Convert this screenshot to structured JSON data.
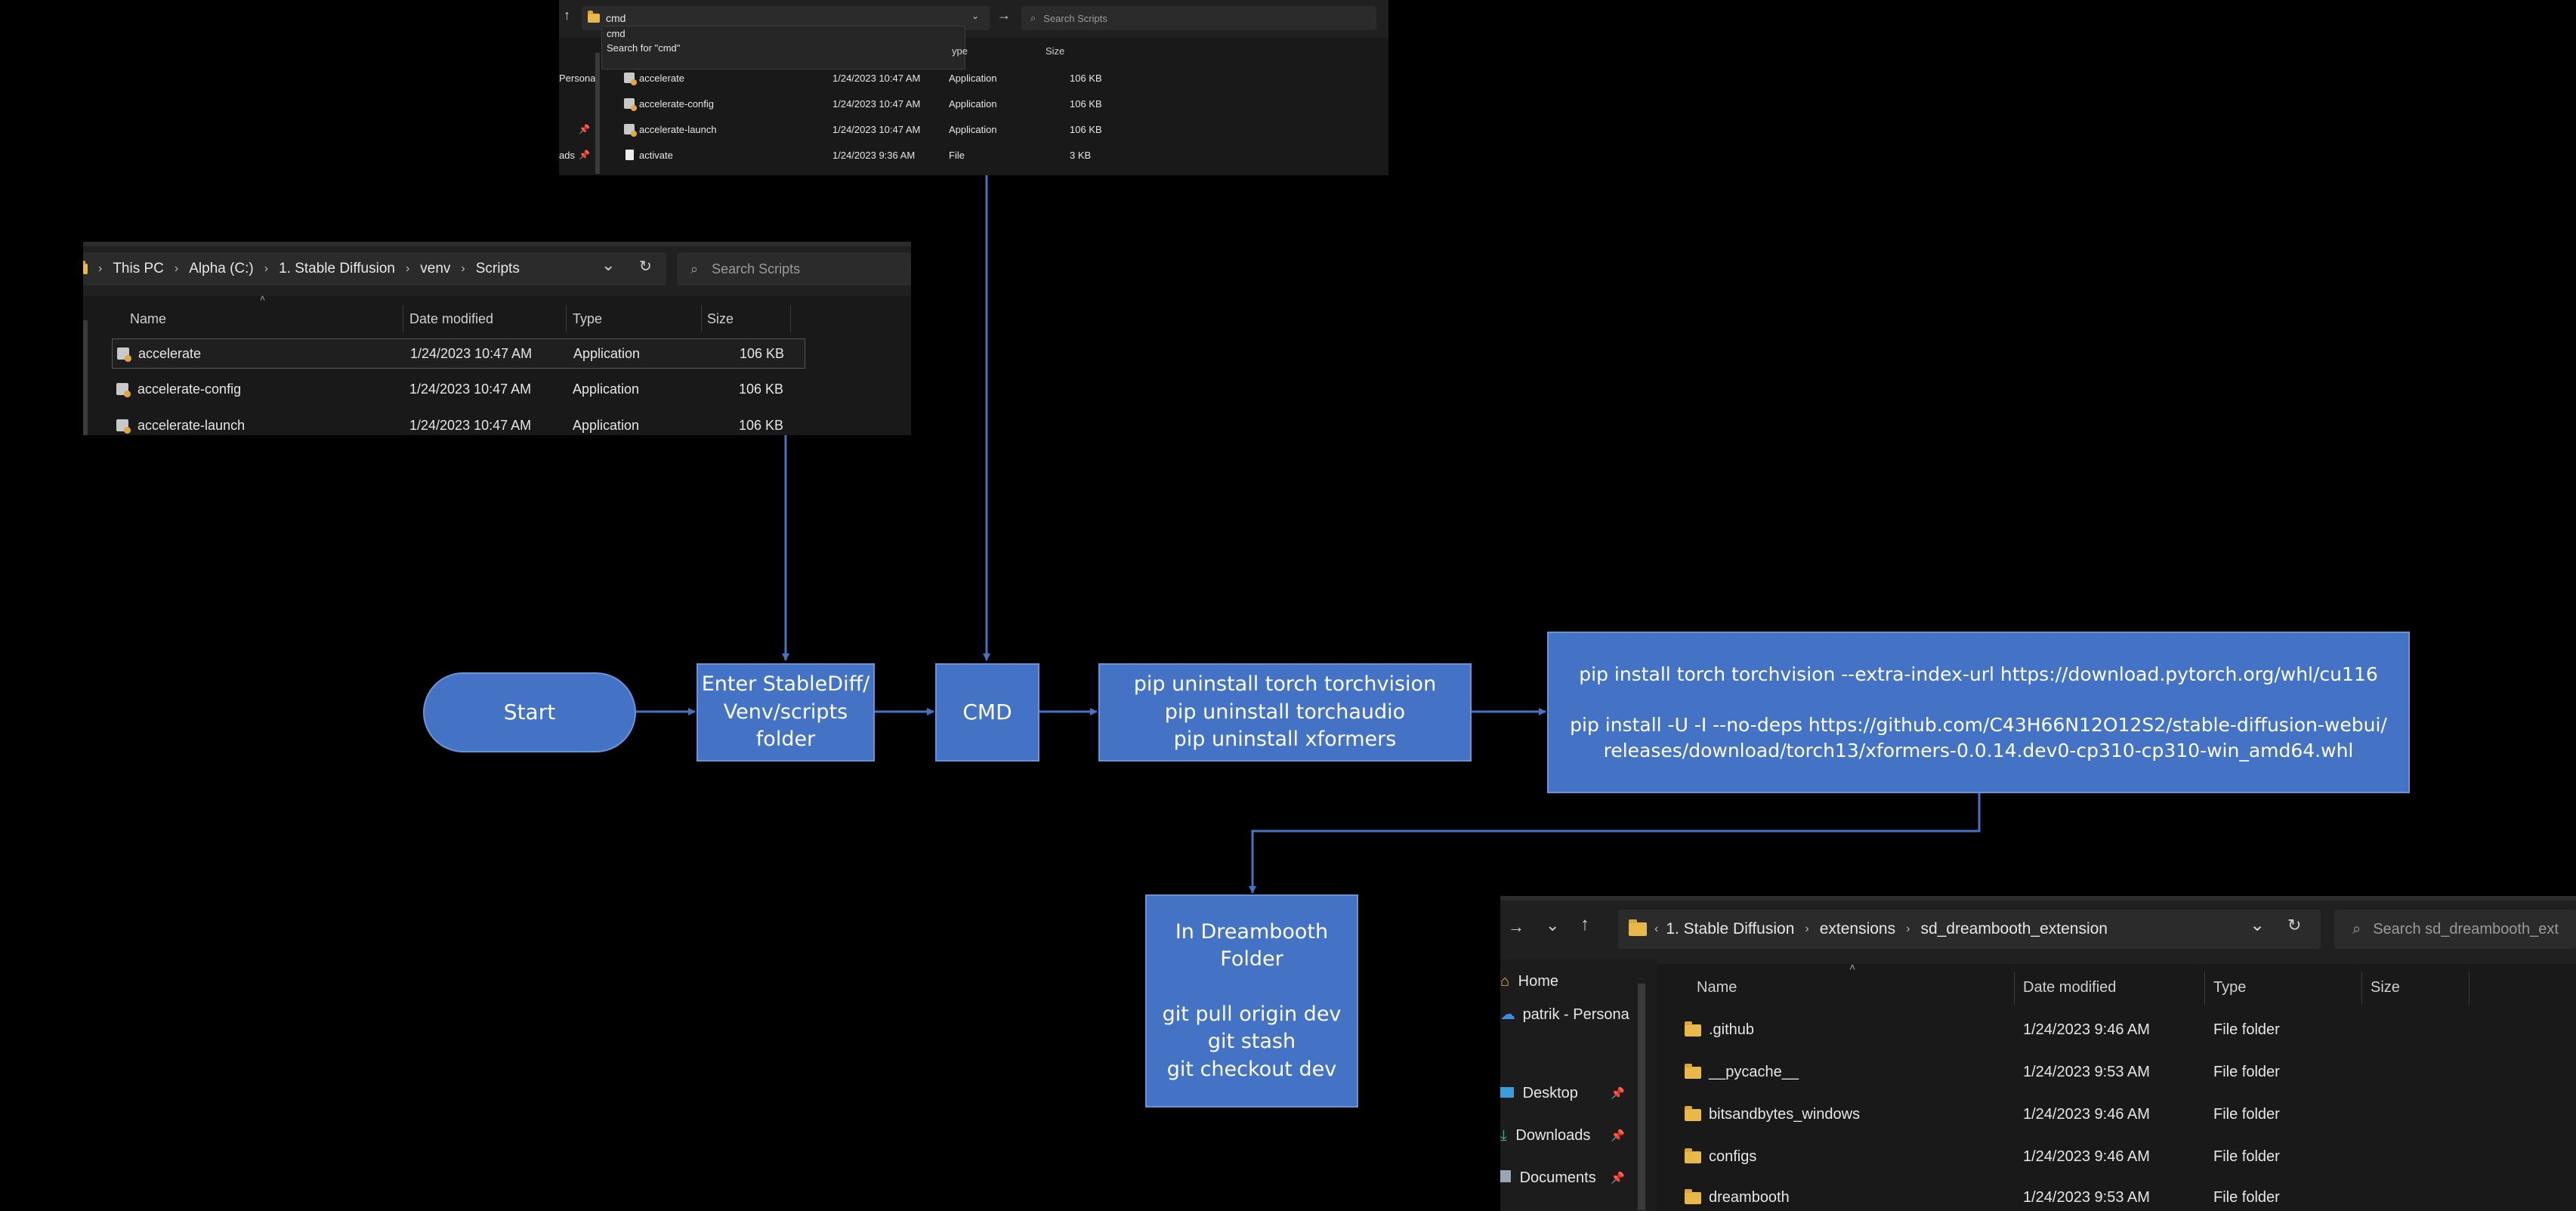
{
  "top_explorer": {
    "address_value": "cmd",
    "dropdown_items": [
      "cmd",
      "Search for \"cmd\""
    ],
    "search_placeholder": "Search Scripts",
    "partial_headers": {
      "type": "ype",
      "size": "Size"
    },
    "sidebar_items": [
      "Persona",
      "ads"
    ],
    "rows": [
      {
        "name": "accelerate",
        "date": "1/24/2023 10:47 AM",
        "type": "Application",
        "size": "106 KB"
      },
      {
        "name": "accelerate-config",
        "date": "1/24/2023 10:47 AM",
        "type": "Application",
        "size": "106 KB"
      },
      {
        "name": "accelerate-launch",
        "date": "1/24/2023 10:47 AM",
        "type": "Application",
        "size": "106 KB"
      },
      {
        "name": "activate",
        "date": "1/24/2023 9:36 AM",
        "type": "File",
        "size": "3 KB"
      }
    ]
  },
  "left_explorer": {
    "breadcrumbs": [
      "This PC",
      "Alpha (C:)",
      "1. Stable Diffusion",
      "venv",
      "Scripts"
    ],
    "search_placeholder": "Search Scripts",
    "headers": {
      "name": "Name",
      "date": "Date modified",
      "type": "Type",
      "size": "Size"
    },
    "rows": [
      {
        "name": "accelerate",
        "date": "1/24/2023 10:47 AM",
        "type": "Application",
        "size": "106 KB"
      },
      {
        "name": "accelerate-config",
        "date": "1/24/2023 10:47 AM",
        "type": "Application",
        "size": "106 KB"
      },
      {
        "name": "accelerate-launch",
        "date": "1/24/2023 10:47 AM",
        "type": "Application",
        "size": "106 KB"
      }
    ]
  },
  "right_explorer": {
    "breadcrumbs": [
      "1. Stable Diffusion",
      "extensions",
      "sd_dreambooth_extension"
    ],
    "search_placeholder": "Search sd_dreambooth_ext",
    "headers": {
      "name": "Name",
      "date": "Date modified",
      "type": "Type",
      "size": "Size"
    },
    "sidebar_items": [
      "Home",
      "patrik - Persona",
      "Desktop",
      "Downloads",
      "Documents"
    ],
    "rows": [
      {
        "name": ".github",
        "date": "1/24/2023 9:46 AM",
        "type": "File folder"
      },
      {
        "name": "__pycache__",
        "date": "1/24/2023 9:53 AM",
        "type": "File folder"
      },
      {
        "name": "bitsandbytes_windows",
        "date": "1/24/2023 9:46 AM",
        "type": "File folder"
      },
      {
        "name": "configs",
        "date": "1/24/2023 9:46 AM",
        "type": "File folder"
      },
      {
        "name": "dreambooth",
        "date": "1/24/2023 9:53 AM",
        "type": "File folder"
      }
    ]
  },
  "flowchart": {
    "start": "Start",
    "enter_folder": "Enter StableDiff/\nVenv/scripts\nfolder",
    "cmd": "CMD",
    "uninstall": "pip uninstall torch torchvision\npip uninstall torchaudio\npip uninstall xformers",
    "install": "pip install torch torchvision --extra-index-url https://download.pytorch.org/whl/cu116\n\npip install -U -I --no-deps https://github.com/C43H66N12O12S2/stable-diffusion-webui/\nreleases/download/torch13/xformers-0.0.14.dev0-cp310-cp310-win_amd64.whl",
    "dreambooth": "In Dreambooth\nFolder\n\ngit pull origin dev\ngit stash\ngit checkout dev"
  },
  "colors": {
    "box_fill": "#4472c4",
    "connector": "#4472c4",
    "background": "#000000"
  }
}
